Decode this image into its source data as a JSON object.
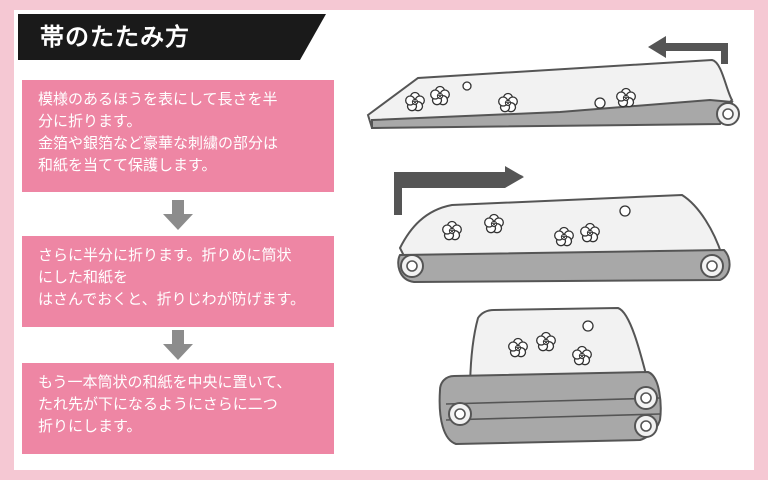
{
  "title": "帯のたたみ方",
  "steps": [
    {
      "lines": [
        "模様のあるほうを表にして長さを半",
        "分に折ります。",
        "金箔や銀箔など豪華な刺繍の部分は",
        "和紙を当てて保護します。"
      ]
    },
    {
      "lines": [
        "さらに半分に折ります。折りめに筒状",
        "にした和紙を",
        "はさんでおくと、折りじわが防げます。"
      ]
    },
    {
      "lines": [
        "もう一本筒状の和紙を中央に置いて、",
        "たれ先が下になるようにさらに二つ",
        "折りにします。"
      ]
    }
  ],
  "colors": {
    "background_border": "#f5c8d3",
    "step_box": "#ee86a4",
    "title_banner": "#1a1a1a",
    "step_arrow": "#8c8c8c",
    "obi_fill": "#f2f2f2",
    "obi_shadow": "#a8a8a8",
    "outline": "#555555"
  },
  "icons": [
    "arrow-down-icon",
    "fold-direction-arrow-left-icon",
    "fold-direction-arrow-right-icon",
    "plum-blossom-icon"
  ]
}
